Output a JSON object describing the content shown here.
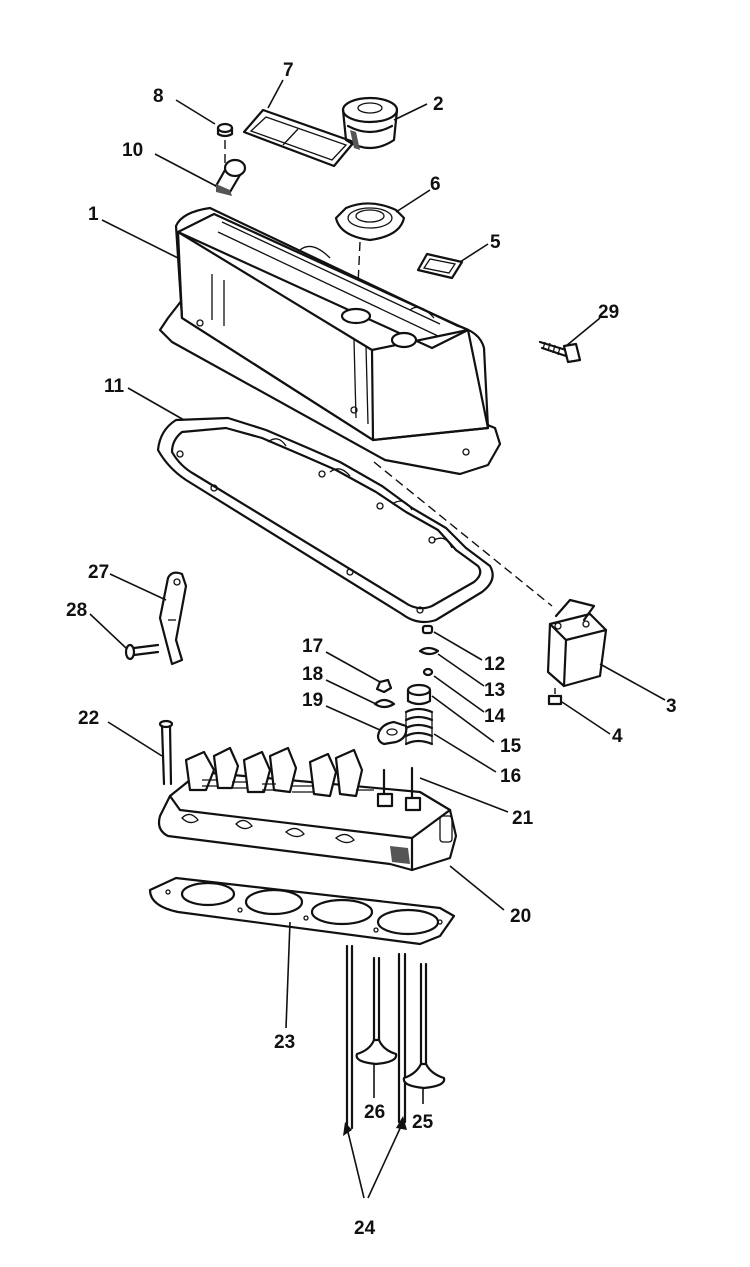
{
  "callouts": [
    {
      "id": "1",
      "label": "1"
    },
    {
      "id": "2",
      "label": "2"
    },
    {
      "id": "3",
      "label": "3"
    },
    {
      "id": "4",
      "label": "4"
    },
    {
      "id": "5",
      "label": "5"
    },
    {
      "id": "6",
      "label": "6"
    },
    {
      "id": "7",
      "label": "7"
    },
    {
      "id": "8",
      "label": "8"
    },
    {
      "id": "10",
      "label": "10"
    },
    {
      "id": "11",
      "label": "11"
    },
    {
      "id": "12",
      "label": "12"
    },
    {
      "id": "13",
      "label": "13"
    },
    {
      "id": "14",
      "label": "14"
    },
    {
      "id": "15",
      "label": "15"
    },
    {
      "id": "16",
      "label": "16"
    },
    {
      "id": "17",
      "label": "17"
    },
    {
      "id": "18",
      "label": "18"
    },
    {
      "id": "19",
      "label": "19"
    },
    {
      "id": "20",
      "label": "20"
    },
    {
      "id": "21",
      "label": "21"
    },
    {
      "id": "22",
      "label": "22"
    },
    {
      "id": "23",
      "label": "23"
    },
    {
      "id": "24",
      "label": "24"
    },
    {
      "id": "25",
      "label": "25"
    },
    {
      "id": "26",
      "label": "26"
    },
    {
      "id": "27",
      "label": "27"
    },
    {
      "id": "28",
      "label": "28"
    },
    {
      "id": "29",
      "label": "29"
    }
  ]
}
